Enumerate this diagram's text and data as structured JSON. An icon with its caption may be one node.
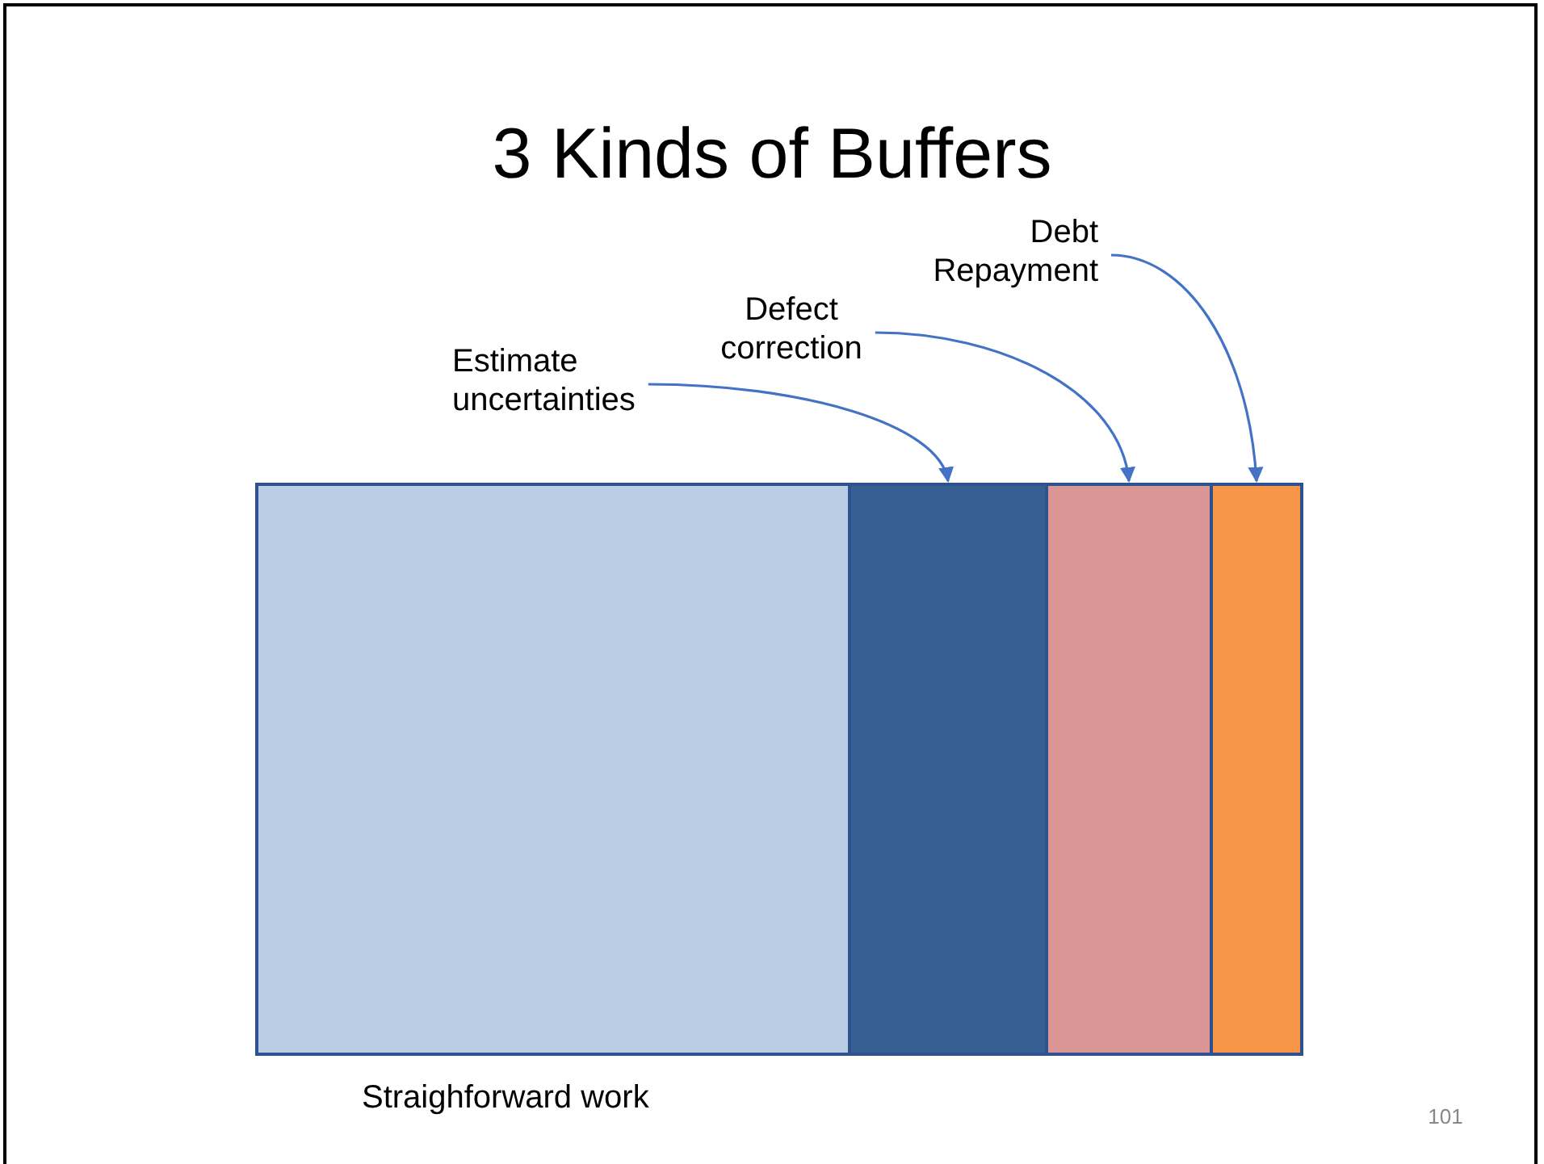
{
  "diagram": {
    "title": "3 Kinds of Buffers",
    "nodes": [
      {
        "text": [
          "Estimate uncertainties"
        ]
      },
      {
        "text": [
          "Defect correction"
        ]
      },
      {
        "text": [
          "Debt Repayment"
        ]
      },
      {
        "text": [],
        "shape": "bar",
        "beside": [
          "Straighforward work"
        ]
      },
      {
        "text": [],
        "shape": "bar"
      },
      {
        "text": [],
        "shape": "bar"
      },
      {
        "text": [],
        "shape": "bar"
      }
    ],
    "edges": [
      {
        "from": 0,
        "to": 4,
        "arrow": "to"
      },
      {
        "from": 1,
        "to": 5,
        "arrow": "to"
      },
      {
        "from": 2,
        "to": 6,
        "arrow": "to"
      }
    ],
    "labels": [
      "101"
    ]
  }
}
